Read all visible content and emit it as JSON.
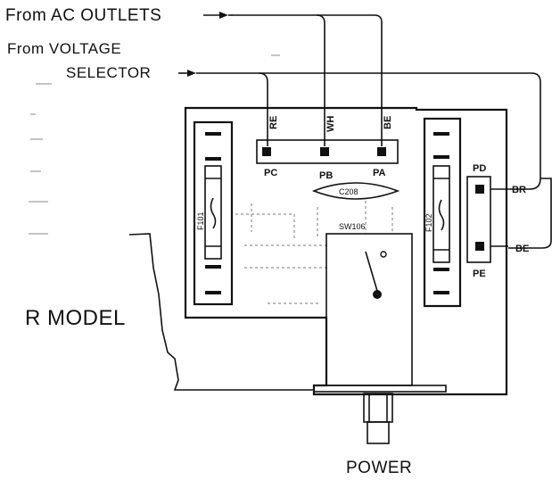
{
  "labels": {
    "from_ac_outlets": "From AC OUTLETS",
    "from_voltage": "From VOLTAGE",
    "selector": "SELECTOR",
    "model": "R MODEL",
    "power": "POWER",
    "switch": "SW106",
    "capacitor": "C208",
    "fuse_left": "F101",
    "fuse_right": "F102"
  },
  "wires": {
    "re": "RE",
    "wh": "WH",
    "be_top": "BE",
    "br": "BR",
    "be_right": "BE"
  },
  "terminals": {
    "pc": "PC",
    "pb": "PB",
    "pa": "PA",
    "pd": "PD",
    "pe": "PE"
  }
}
